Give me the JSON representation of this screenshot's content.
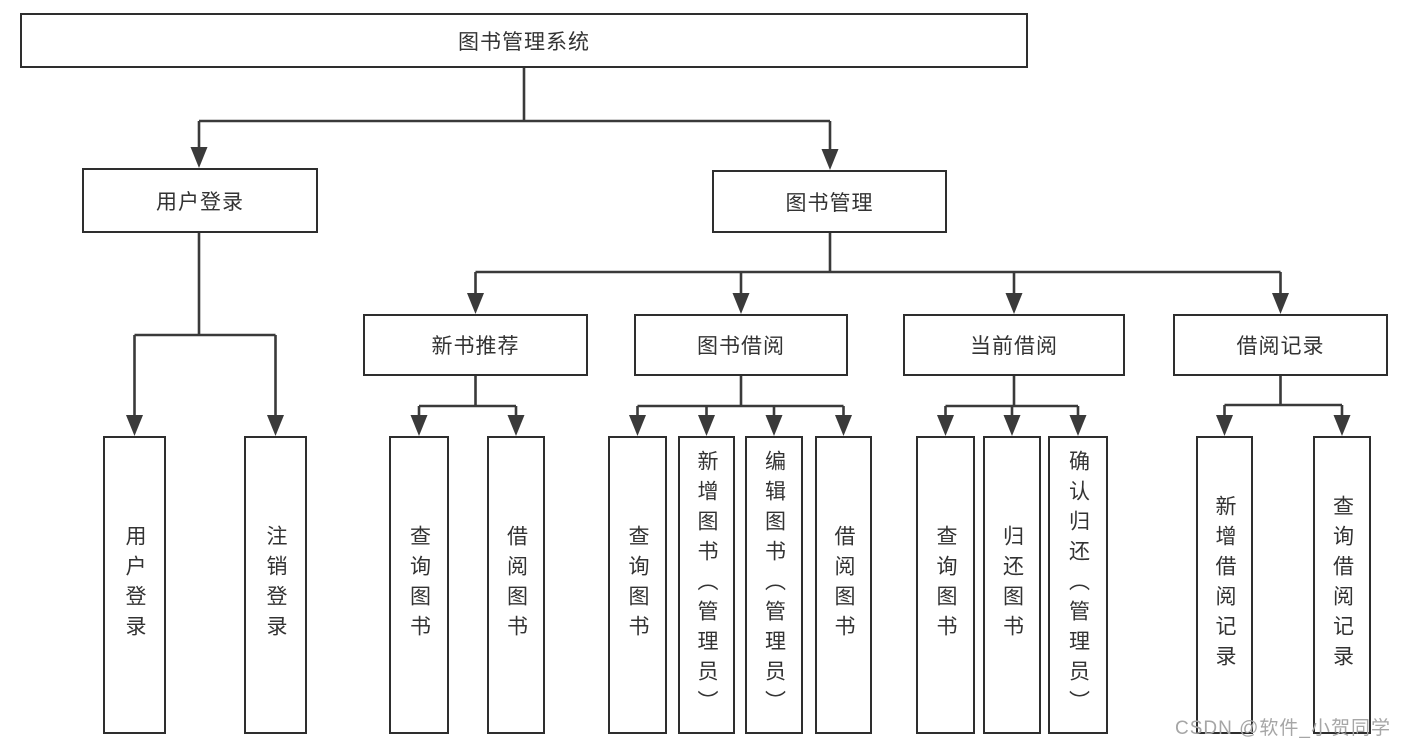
{
  "diagram": {
    "title": "图书管理系统",
    "watermark": "CSDN @软件_小贺同学",
    "colors": {
      "line": "#3a3a3a",
      "border": "#2e2e2e",
      "text": "#333333",
      "watermark": "#a6a6a6",
      "background": "#ffffff"
    },
    "tree": {
      "label": "图书管理系统",
      "children": [
        {
          "label": "用户登录",
          "children": [
            {
              "label": "用户登录"
            },
            {
              "label": "注销登录"
            }
          ]
        },
        {
          "label": "图书管理",
          "children": [
            {
              "label": "新书推荐",
              "children": [
                {
                  "label": "查询图书"
                },
                {
                  "label": "借阅图书"
                }
              ]
            },
            {
              "label": "图书借阅",
              "children": [
                {
                  "label": "查询图书"
                },
                {
                  "label": "新增图书（管理员）"
                },
                {
                  "label": "编辑图书（管理员）"
                },
                {
                  "label": "借阅图书"
                }
              ]
            },
            {
              "label": "当前借阅",
              "children": [
                {
                  "label": "查询图书"
                },
                {
                  "label": "归还图书"
                },
                {
                  "label": "确认归还（管理员）"
                }
              ]
            },
            {
              "label": "借阅记录",
              "children": [
                {
                  "label": "新增借阅记录"
                },
                {
                  "label": "查询借阅记录"
                }
              ]
            }
          ]
        }
      ]
    }
  }
}
